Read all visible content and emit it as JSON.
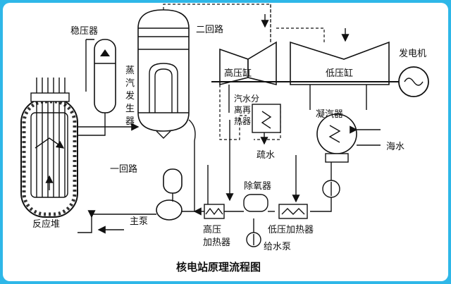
{
  "diagram": {
    "caption": "核电站原理流程图",
    "labels": {
      "pressurizer": "稳压器",
      "steam_generator": [
        "蒸",
        "汽",
        "发",
        "生",
        "器"
      ],
      "secondary_loop": "二回路",
      "primary_loop": "一回路",
      "hp_turbine": "高压缸",
      "lp_turbine": "低压缸",
      "generator": "发电机",
      "reheater": [
        "汽水分",
        "离再",
        "热器"
      ],
      "drain": "疏水",
      "condenser": "凝汽器",
      "seawater": "海水",
      "deaerator": "除氧器",
      "hp_heater": [
        "高压",
        "加热器"
      ],
      "lp_heater": "低压加热器",
      "feed_pump": "给水泵",
      "main_pump": "主泵",
      "reactor": "反应堆"
    }
  }
}
